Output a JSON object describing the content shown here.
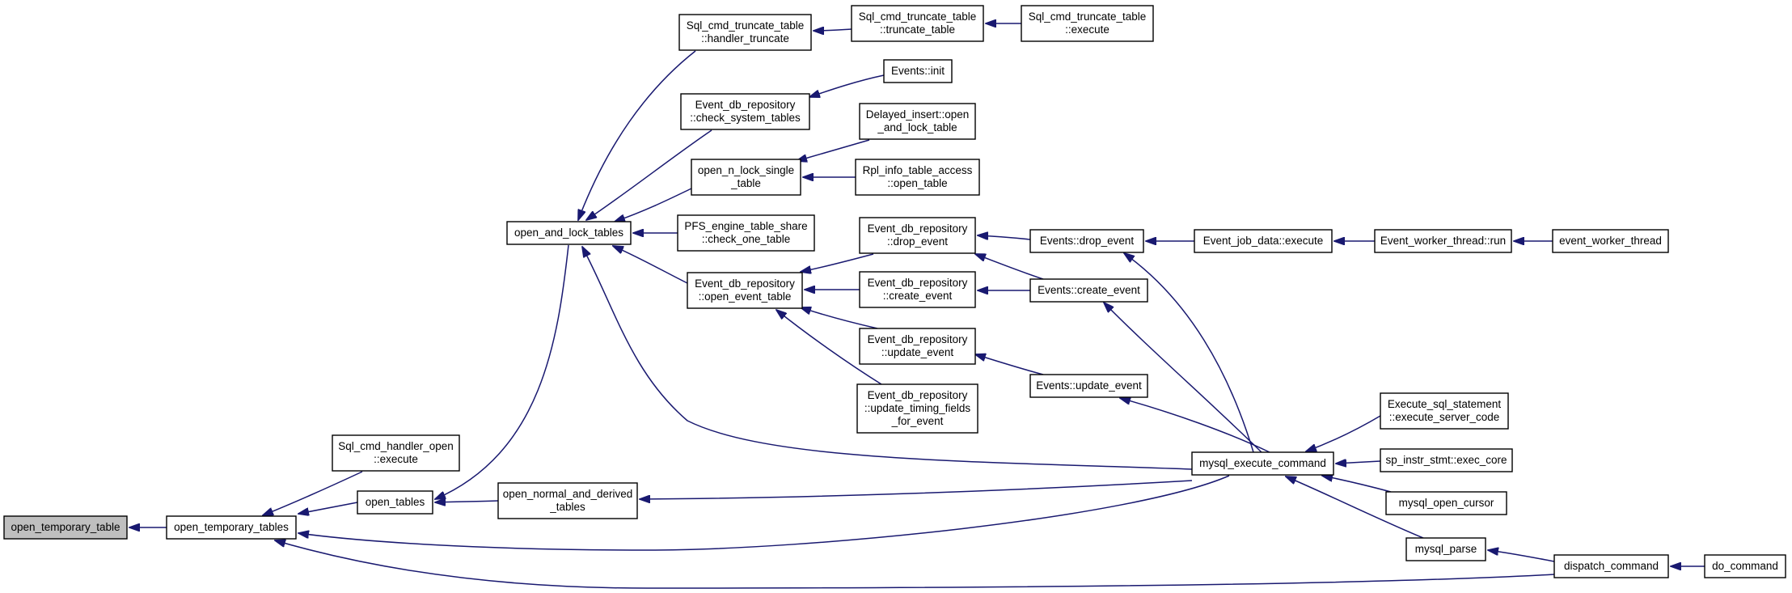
{
  "graph": {
    "colors": {
      "edge": "#191970",
      "node_border": "#000000",
      "node_fill": "#ffffff",
      "root_fill": "#bfbfbf"
    },
    "nodes": [
      {
        "id": "open_temporary_table",
        "lines": [
          "open_temporary_table"
        ],
        "root": true
      },
      {
        "id": "open_temporary_tables",
        "lines": [
          "open_temporary_tables"
        ]
      },
      {
        "id": "sql_cmd_handler_open_execute",
        "lines": [
          "Sql_cmd_handler_open",
          "::execute"
        ]
      },
      {
        "id": "open_tables",
        "lines": [
          "open_tables"
        ]
      },
      {
        "id": "open_normal_and_derived_tables",
        "lines": [
          "open_normal_and_derived",
          "_tables"
        ]
      },
      {
        "id": "open_and_lock_tables",
        "lines": [
          "open_and_lock_tables"
        ]
      },
      {
        "id": "sql_cmd_truncate_table_handler_truncate",
        "lines": [
          "Sql_cmd_truncate_table",
          "::handler_truncate"
        ]
      },
      {
        "id": "sql_cmd_truncate_table_truncate_table",
        "lines": [
          "Sql_cmd_truncate_table",
          "::truncate_table"
        ]
      },
      {
        "id": "sql_cmd_truncate_table_execute",
        "lines": [
          "Sql_cmd_truncate_table",
          "::execute"
        ]
      },
      {
        "id": "event_db_repository_check_system_tables",
        "lines": [
          "Event_db_repository",
          "::check_system_tables"
        ]
      },
      {
        "id": "events_init",
        "lines": [
          "Events::init"
        ]
      },
      {
        "id": "open_n_lock_single_table",
        "lines": [
          "open_n_lock_single",
          "_table"
        ]
      },
      {
        "id": "delayed_insert_open_and_lock_table",
        "lines": [
          "Delayed_insert::open",
          "_and_lock_table"
        ]
      },
      {
        "id": "rpl_info_table_access_open_table",
        "lines": [
          "Rpl_info_table_access",
          "::open_table"
        ]
      },
      {
        "id": "pfs_engine_table_share_check_one_table",
        "lines": [
          "PFS_engine_table_share",
          "::check_one_table"
        ]
      },
      {
        "id": "event_db_repository_open_event_table",
        "lines": [
          "Event_db_repository",
          "::open_event_table"
        ]
      },
      {
        "id": "event_db_repository_drop_event",
        "lines": [
          "Event_db_repository",
          "::drop_event"
        ]
      },
      {
        "id": "event_db_repository_create_event",
        "lines": [
          "Event_db_repository",
          "::create_event"
        ]
      },
      {
        "id": "event_db_repository_update_event",
        "lines": [
          "Event_db_repository",
          "::update_event"
        ]
      },
      {
        "id": "event_db_repository_update_timing_fields_for_event",
        "lines": [
          "Event_db_repository",
          "::update_timing_fields",
          "_for_event"
        ]
      },
      {
        "id": "events_drop_event",
        "lines": [
          "Events::drop_event"
        ]
      },
      {
        "id": "events_create_event",
        "lines": [
          "Events::create_event"
        ]
      },
      {
        "id": "events_update_event",
        "lines": [
          "Events::update_event"
        ]
      },
      {
        "id": "event_job_data_execute",
        "lines": [
          "Event_job_data::execute"
        ]
      },
      {
        "id": "event_worker_thread_run",
        "lines": [
          "Event_worker_thread::run"
        ]
      },
      {
        "id": "event_worker_thread",
        "lines": [
          "event_worker_thread"
        ]
      },
      {
        "id": "mysql_execute_command",
        "lines": [
          "mysql_execute_command"
        ]
      },
      {
        "id": "execute_sql_statement_execute_server_code",
        "lines": [
          "Execute_sql_statement",
          "::execute_server_code"
        ]
      },
      {
        "id": "sp_instr_stmt_exec_core",
        "lines": [
          "sp_instr_stmt::exec_core"
        ]
      },
      {
        "id": "mysql_open_cursor",
        "lines": [
          "mysql_open_cursor"
        ]
      },
      {
        "id": "mysql_parse",
        "lines": [
          "mysql_parse"
        ]
      },
      {
        "id": "dispatch_command",
        "lines": [
          "dispatch_command"
        ]
      },
      {
        "id": "do_command",
        "lines": [
          "do_command"
        ]
      }
    ],
    "edges": [
      {
        "from": "open_temporary_tables",
        "to": "open_temporary_table"
      },
      {
        "from": "sql_cmd_handler_open_execute",
        "to": "open_temporary_tables"
      },
      {
        "from": "open_tables",
        "to": "open_temporary_tables"
      },
      {
        "from": "mysql_execute_command",
        "to": "open_temporary_tables"
      },
      {
        "from": "dispatch_command",
        "to": "open_temporary_tables"
      },
      {
        "from": "open_and_lock_tables",
        "to": "open_tables"
      },
      {
        "from": "open_normal_and_derived_tables",
        "to": "open_tables"
      },
      {
        "from": "mysql_execute_command",
        "to": "open_normal_and_derived_tables"
      },
      {
        "from": "sql_cmd_truncate_table_handler_truncate",
        "to": "open_and_lock_tables"
      },
      {
        "from": "event_db_repository_check_system_tables",
        "to": "open_and_lock_tables"
      },
      {
        "from": "open_n_lock_single_table",
        "to": "open_and_lock_tables"
      },
      {
        "from": "pfs_engine_table_share_check_one_table",
        "to": "open_and_lock_tables"
      },
      {
        "from": "event_db_repository_open_event_table",
        "to": "open_and_lock_tables"
      },
      {
        "from": "mysql_execute_command",
        "to": "open_and_lock_tables"
      },
      {
        "from": "sql_cmd_truncate_table_truncate_table",
        "to": "sql_cmd_truncate_table_handler_truncate"
      },
      {
        "from": "sql_cmd_truncate_table_execute",
        "to": "sql_cmd_truncate_table_truncate_table"
      },
      {
        "from": "events_init",
        "to": "event_db_repository_check_system_tables"
      },
      {
        "from": "delayed_insert_open_and_lock_table",
        "to": "open_n_lock_single_table"
      },
      {
        "from": "rpl_info_table_access_open_table",
        "to": "open_n_lock_single_table"
      },
      {
        "from": "event_db_repository_drop_event",
        "to": "event_db_repository_open_event_table"
      },
      {
        "from": "event_db_repository_create_event",
        "to": "event_db_repository_open_event_table"
      },
      {
        "from": "event_db_repository_update_event",
        "to": "event_db_repository_open_event_table"
      },
      {
        "from": "event_db_repository_update_timing_fields_for_event",
        "to": "event_db_repository_open_event_table"
      },
      {
        "from": "events_drop_event",
        "to": "event_db_repository_drop_event"
      },
      {
        "from": "events_create_event",
        "to": "event_db_repository_drop_event"
      },
      {
        "from": "events_create_event",
        "to": "event_db_repository_create_event"
      },
      {
        "from": "events_update_event",
        "to": "event_db_repository_update_event"
      },
      {
        "from": "event_job_data_execute",
        "to": "events_drop_event"
      },
      {
        "from": "mysql_execute_command",
        "to": "events_drop_event"
      },
      {
        "from": "mysql_execute_command",
        "to": "events_create_event"
      },
      {
        "from": "mysql_execute_command",
        "to": "events_update_event"
      },
      {
        "from": "event_worker_thread_run",
        "to": "event_job_data_execute"
      },
      {
        "from": "event_worker_thread",
        "to": "event_worker_thread_run"
      },
      {
        "from": "execute_sql_statement_execute_server_code",
        "to": "mysql_execute_command"
      },
      {
        "from": "sp_instr_stmt_exec_core",
        "to": "mysql_execute_command"
      },
      {
        "from": "mysql_open_cursor",
        "to": "mysql_execute_command"
      },
      {
        "from": "mysql_parse",
        "to": "mysql_execute_command"
      },
      {
        "from": "dispatch_command",
        "to": "mysql_parse"
      },
      {
        "from": "do_command",
        "to": "dispatch_command"
      }
    ]
  }
}
